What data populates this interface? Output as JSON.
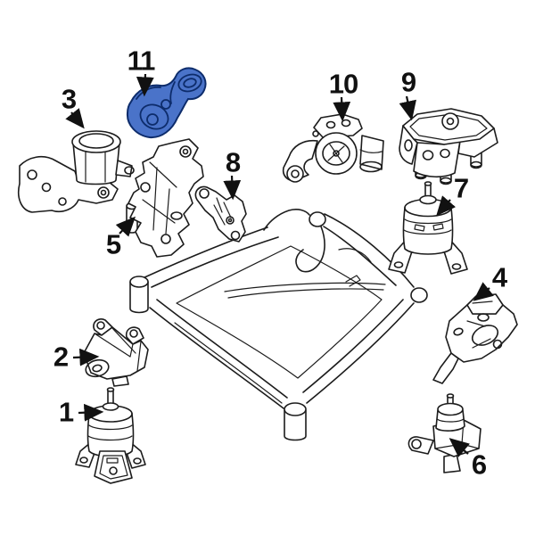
{
  "page": {
    "background": "#ffffff"
  },
  "diagram": {
    "type": "exploded-parts-diagram",
    "subject": "engine-and-transmission-mounting-with-subframe-crossmember",
    "line_color": "#1c1c1c",
    "highlight_fill": "#4a73c9",
    "highlight_stroke": "#0d2c6b",
    "highlighted_part_number": "11",
    "callouts": [
      {
        "number": "1",
        "highlighted": false
      },
      {
        "number": "2",
        "highlighted": false
      },
      {
        "number": "3",
        "highlighted": false
      },
      {
        "number": "4",
        "highlighted": false
      },
      {
        "number": "5",
        "highlighted": false
      },
      {
        "number": "6",
        "highlighted": false
      },
      {
        "number": "7",
        "highlighted": false
      },
      {
        "number": "8",
        "highlighted": false
      },
      {
        "number": "9",
        "highlighted": false
      },
      {
        "number": "10",
        "highlighted": false
      },
      {
        "number": "11",
        "highlighted": true
      }
    ]
  }
}
